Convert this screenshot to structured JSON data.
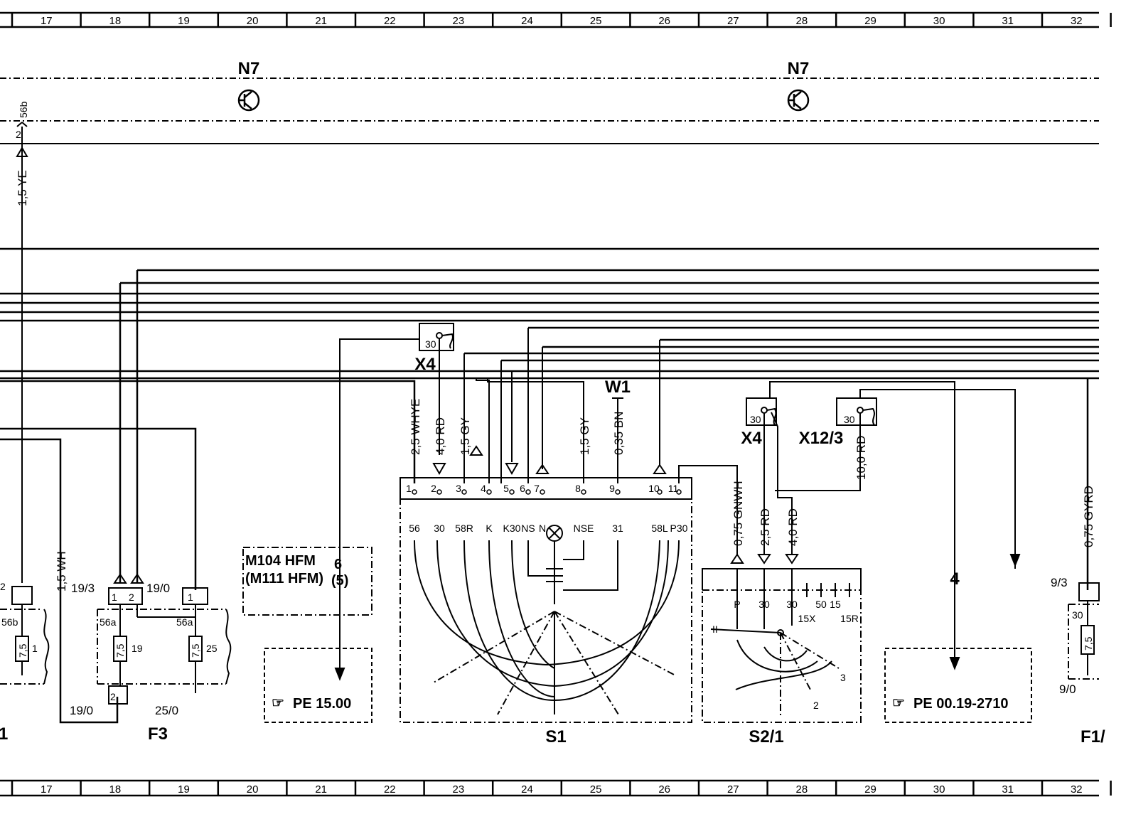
{
  "ruler": [
    "17",
    "18",
    "19",
    "20",
    "21",
    "22",
    "23",
    "24",
    "25",
    "26",
    "27",
    "28",
    "29",
    "30",
    "31",
    "32"
  ],
  "components": {
    "n7_left": "N7",
    "n7_right": "N7",
    "w1": "W1",
    "x4_top": "X4",
    "x4_right": "X4",
    "x12_3": "X12/3",
    "f3": "F3",
    "s1": "S1",
    "s2_1": "S2/1",
    "f1_partial": "F1/",
    "left_partial": "1"
  },
  "engine_box": {
    "line1": "M104  HFM",
    "line2": "(M111  HFM)",
    "num1": "6",
    "num2": "(5)"
  },
  "references": {
    "pe_15": "PE  15.00",
    "pe_0019": "PE  00.19-2710",
    "ref_num_4": "4"
  },
  "wires": {
    "ye": "1,5  YE",
    "wh": "1,5  WH",
    "whye": "2,5  WHYE",
    "rd40_s1": "4,0  RD",
    "gy_a": "1,5  GY",
    "gy_b": "1,5  GY",
    "bn": "0,35  BN",
    "gnwh": "0,75  GNWH",
    "rd25": "2,5  RD",
    "rd40_s2": "4,0  RD",
    "rd100": "10,0  RD",
    "gyrd": "0,75  GYRD"
  },
  "pins": {
    "p56b_top": "56b",
    "p2_top": "2",
    "s1_nums": [
      "1",
      "2",
      "3",
      "4",
      "5",
      "6",
      "7",
      "8",
      "9",
      "10",
      "11"
    ],
    "s1_terms": [
      "56",
      "30",
      "58R",
      "K",
      "K30",
      "NS",
      "N",
      "NSE",
      "31",
      "58L",
      "P30"
    ],
    "s2_terms": [
      "P",
      "30",
      "30",
      "15X",
      "50",
      "15",
      "15R"
    ],
    "s2_pos": [
      "2",
      "3"
    ],
    "s2_switch": "II",
    "x4_30": "30",
    "x4r_30": "30",
    "x12_30": "30",
    "fuse_19_3": "19/3",
    "fuse_19_0": "19/0",
    "fuse_19_0_b": "19/0",
    "fuse_25_0": "25/0",
    "fuse_9_3": "9/3",
    "fuse_9_0": "9/0",
    "f3_p1": "1",
    "f3_p2": "2",
    "f3_p1b": "1",
    "f3_p2b": "2",
    "f3_56a_1": "56a",
    "f3_56a_2": "56a",
    "f3_val_19": "7,5",
    "f3_val_25": "7,5",
    "f3_num_19": "19",
    "f3_num_25": "25",
    "left_2": "2",
    "left_56b": "56b",
    "left_val": "7,5",
    "left_num": "1",
    "f1_30": "30",
    "f1_val": "7,5"
  }
}
